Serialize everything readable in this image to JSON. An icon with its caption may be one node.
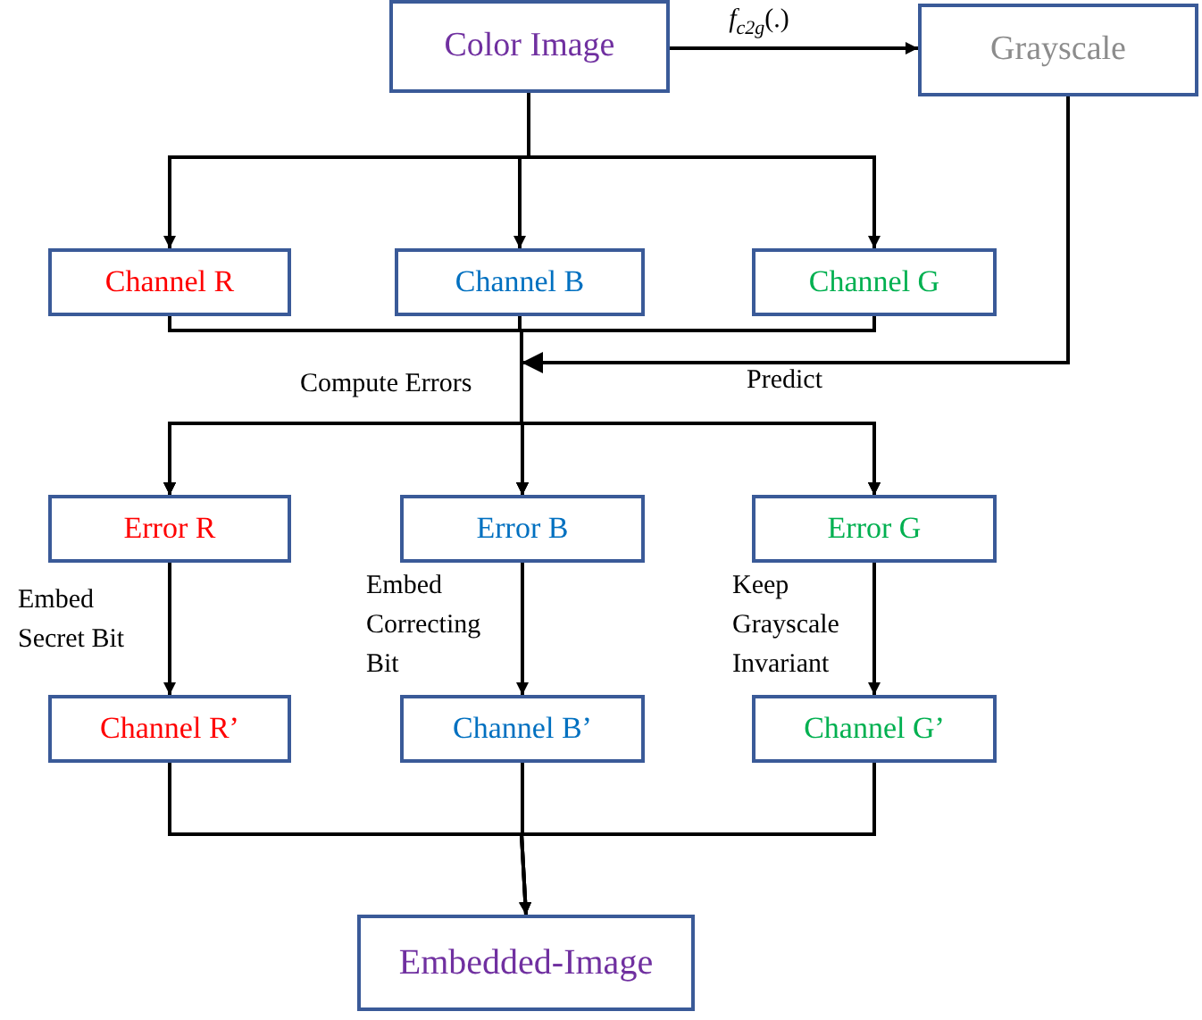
{
  "diagram": {
    "nodes": [
      {
        "text": [
          "Color Image"
        ]
      },
      {
        "text": [
          "Grayscale"
        ]
      },
      {
        "text": [
          "Channel R"
        ]
      },
      {
        "text": [
          "Channel B"
        ]
      },
      {
        "text": [
          "Channel G"
        ]
      },
      {
        "text": [
          "Error R"
        ]
      },
      {
        "text": [
          "Error B"
        ]
      },
      {
        "text": [
          "Error G"
        ]
      },
      {
        "text": [
          "Channel R’"
        ]
      },
      {
        "text": [
          "Channel B’"
        ]
      },
      {
        "text": [
          "Channel G’"
        ]
      },
      {
        "text": [
          "Embedded-Image"
        ]
      }
    ],
    "edges": [
      {
        "from": 0,
        "to": 1,
        "arrow": "to",
        "label": "*f*$_{c2g}$(.)"
      },
      {
        "from": 0,
        "to": 2,
        "arrow": "to"
      },
      {
        "from": 0,
        "to": 3,
        "arrow": "to"
      },
      {
        "from": 0,
        "to": 4,
        "arrow": "to"
      },
      {
        "from": 2,
        "to": 5,
        "arrow": "to"
      },
      {
        "from": 2,
        "to": 6,
        "arrow": "to"
      },
      {
        "from": 2,
        "to": 7,
        "arrow": "to"
      },
      {
        "from": 3,
        "to": 5,
        "arrow": "to"
      },
      {
        "from": 3,
        "to": 6,
        "arrow": "to"
      },
      {
        "from": 3,
        "to": 7,
        "arrow": "to"
      },
      {
        "from": 4,
        "to": 5,
        "arrow": "to"
      },
      {
        "from": 4,
        "to": 6,
        "arrow": "to"
      },
      {
        "from": 4,
        "to": 7,
        "arrow": "to"
      },
      {
        "from": 1,
        "to": 5,
        "arrow": "to"
      },
      {
        "from": 1,
        "to": 6,
        "arrow": "to"
      },
      {
        "from": 1,
        "to": 7,
        "arrow": "to"
      },
      {
        "from": 5,
        "to": 8,
        "arrow": "to",
        "label": "Embed Secret Bit"
      },
      {
        "from": 6,
        "to": 9,
        "arrow": "to",
        "label": "Embed Correcting Bit"
      },
      {
        "from": 7,
        "to": 10,
        "arrow": "to",
        "label": "Keep Grayscale Invariant"
      },
      {
        "from": 8,
        "to": 11,
        "arrow": "to"
      },
      {
        "from": 9,
        "to": 11,
        "arrow": "to"
      },
      {
        "from": 10,
        "to": 11,
        "arrow": "to"
      }
    ],
    "labels": [
      "Compute Errors",
      "Predict"
    ]
  }
}
